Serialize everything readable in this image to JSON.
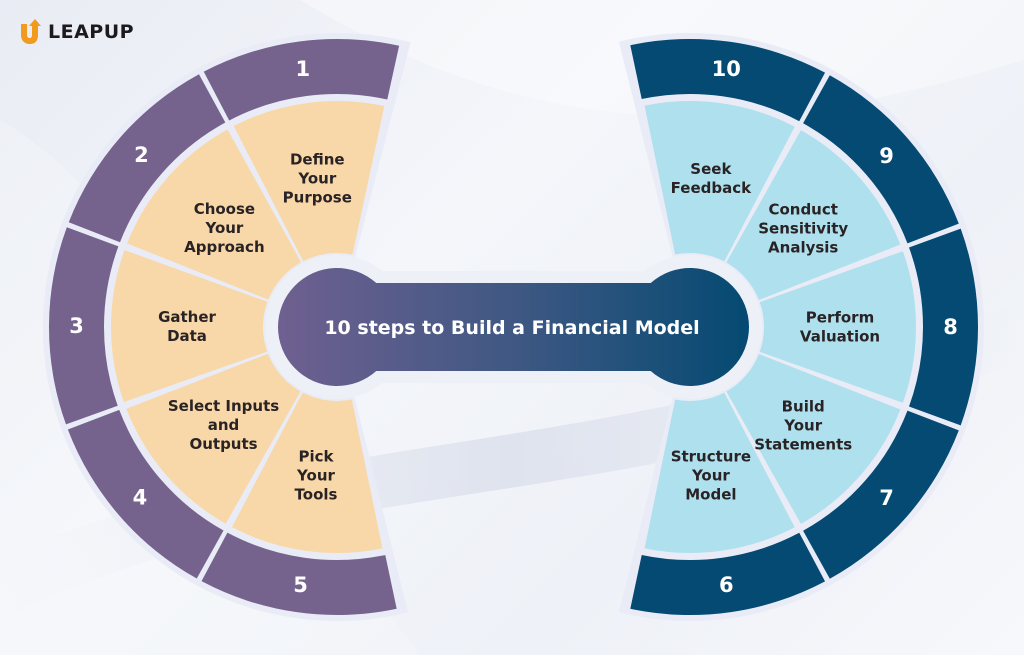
{
  "brand": {
    "name": "LEAPUP",
    "accent": "#f09a1e"
  },
  "title": "10 steps to Build a Financial Model",
  "colors": {
    "left_ring": "#75638e",
    "left_fill": "#f8d8a8",
    "right_ring": "#044a72",
    "right_fill": "#afe0ed",
    "gap": "#e9ecf6",
    "hub_left": "#6f6090",
    "hub_right": "#044a72"
  },
  "left_steps": [
    {
      "number": "1",
      "lines": [
        "Define",
        "Your",
        "Purpose"
      ]
    },
    {
      "number": "2",
      "lines": [
        "Choose",
        "Your",
        "Approach"
      ]
    },
    {
      "number": "3",
      "lines": [
        "Gather",
        "Data"
      ]
    },
    {
      "number": "4",
      "lines": [
        "Select Inputs",
        "and",
        "Outputs"
      ]
    },
    {
      "number": "5",
      "lines": [
        "Pick",
        "Your",
        "Tools"
      ]
    }
  ],
  "right_steps": [
    {
      "number": "10",
      "lines": [
        "Seek",
        "Feedback"
      ]
    },
    {
      "number": "9",
      "lines": [
        "Conduct",
        "Sensitivity",
        "Analysis"
      ]
    },
    {
      "number": "8",
      "lines": [
        "Perform",
        "Valuation"
      ]
    },
    {
      "number": "7",
      "lines": [
        "Build",
        "Your",
        "Statements"
      ]
    },
    {
      "number": "6",
      "lines": [
        "Structure",
        "Your",
        "Model"
      ]
    }
  ]
}
